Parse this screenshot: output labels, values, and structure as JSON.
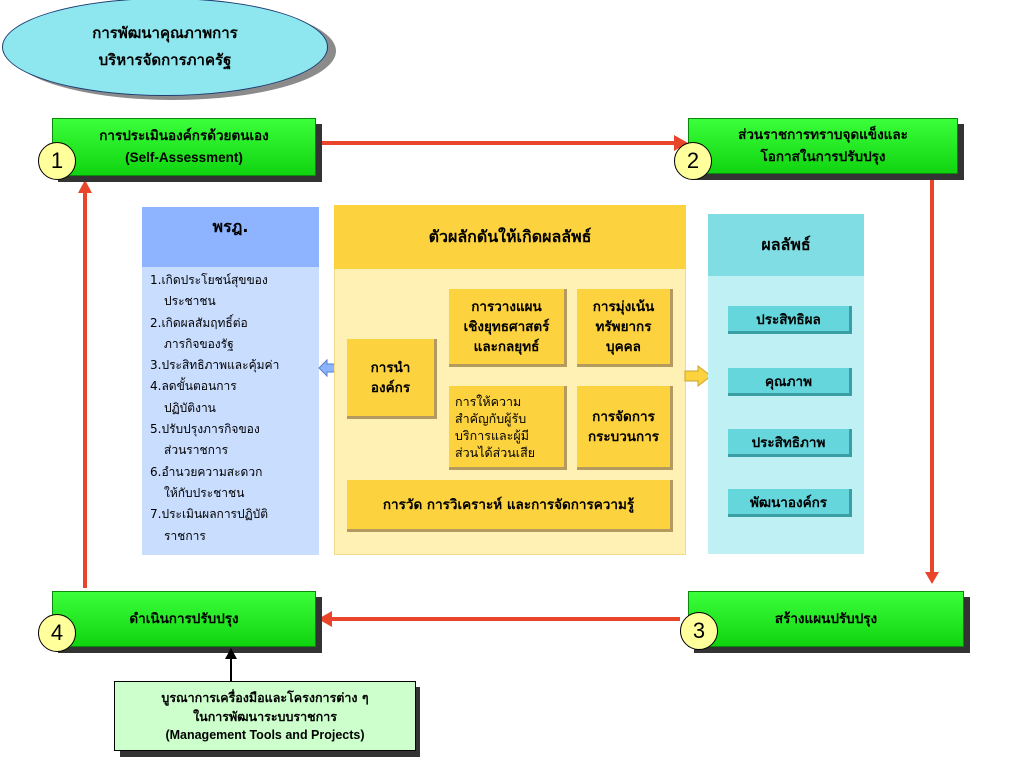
{
  "title": "การพัฒนาคุณภาพการ\nบริหารจัดการภาครัฐ",
  "steps": {
    "s1": {
      "number": "1",
      "line1": "การประเมินองค์กรด้วยตนเอง",
      "line2": "(Self-Assessment)"
    },
    "s2": {
      "number": "2",
      "line1": "ส่วนราชการทราบจุดแข็งและ",
      "line2": "โอกาสในการปรับปรุง"
    },
    "s3": {
      "number": "3",
      "line1": "สร้างแผนปรับปรุง"
    },
    "s4": {
      "number": "4",
      "line1": "ดำเนินการปรับปรุง"
    }
  },
  "law": {
    "header": "พรฎ.",
    "items": [
      {
        "a": "1.เกิดประโยชน์สุขของ",
        "b": "ประชาชน"
      },
      {
        "a": "2.เกิดผลสัมฤทธิ์ต่อ",
        "b": "ภารกิจของรัฐ"
      },
      {
        "a": "3.ประสิทธิภาพและคุ้มค่า"
      },
      {
        "a": "4.ลดขั้นตอนการ",
        "b": "ปฏิบัติงาน"
      },
      {
        "a": "5.ปรับปรุงภารกิจของ",
        "b": "ส่วนราชการ"
      },
      {
        "a": "6.อำนวยความสะดวก",
        "b": "ให้กับประชาชน"
      },
      {
        "a": "7.ประเมินผลการปฏิบัติ",
        "b": "ราชการ"
      }
    ]
  },
  "drivers": {
    "header": "ตัวผลักดันให้เกิดผลลัพธ์",
    "leadership": {
      "l1": "การนำ",
      "l2": "องค์กร"
    },
    "strategy": {
      "l1": "การวางแผน",
      "l2": "เชิงยุทธศาสตร์",
      "l3": "และกลยุทธ์"
    },
    "hr": {
      "l1": "การมุ่งเน้น",
      "l2": "ทรัพยากร",
      "l3": "บุคคล"
    },
    "customer": {
      "l1": "การให้ความ",
      "l2": "สำคัญกับผู้รับ",
      "l3": "บริการและผู้มี",
      "l4": "ส่วนได้ส่วนเสีย"
    },
    "process": {
      "l1": "การจัดการ",
      "l2": "กระบวนการ"
    },
    "measurement": "การวัด การวิเคราะห์ และการจัดการความรู้"
  },
  "results": {
    "header": "ผลลัพธ์",
    "items": [
      "ประสิทธิผล",
      "คุณภาพ",
      "ประสิทธิภาพ",
      "พัฒนาองค์กร"
    ]
  },
  "tools": {
    "l1": "บูรณาการเครื่องมือและโครงการต่าง ๆ",
    "l2": "ในการพัฒนาระบบราชการ",
    "l3": "(Management Tools and Projects)"
  },
  "colors": {
    "green": "#1fe01f",
    "red_arrow": "#e8452a",
    "gold": "#fcd23e",
    "blue_header": "#8eb3ff",
    "teal_header": "#7fdde3",
    "ellipse": "#8ee7ef"
  }
}
